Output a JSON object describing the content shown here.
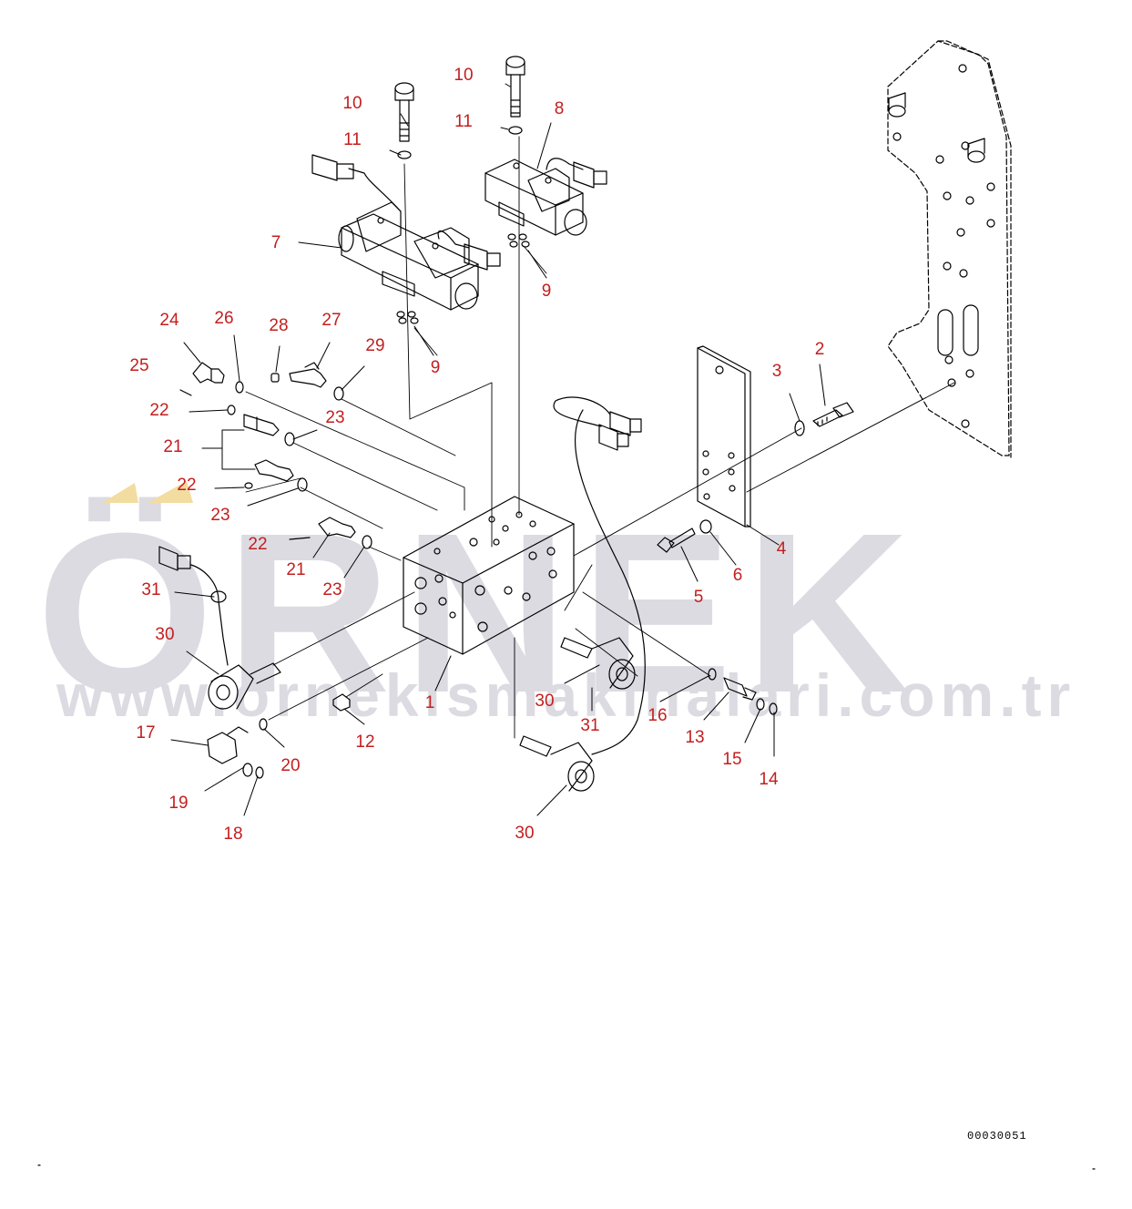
{
  "watermark": {
    "brand": "ÖRNEK",
    "url": "www.ornekismakinalari.com.tr",
    "color": "#dcdbe2",
    "accent": "#f3dca0"
  },
  "drawing_code": "00030051",
  "callout_color": "#c41e1e",
  "callouts": [
    {
      "id": "c1",
      "label": "1"
    },
    {
      "id": "c2",
      "label": "2"
    },
    {
      "id": "c3",
      "label": "3"
    },
    {
      "id": "c4",
      "label": "4"
    },
    {
      "id": "c5",
      "label": "5"
    },
    {
      "id": "c6",
      "label": "6"
    },
    {
      "id": "c7",
      "label": "7"
    },
    {
      "id": "c8",
      "label": "8"
    },
    {
      "id": "c9a",
      "label": "9"
    },
    {
      "id": "c9b",
      "label": "9"
    },
    {
      "id": "c10a",
      "label": "10"
    },
    {
      "id": "c10b",
      "label": "10"
    },
    {
      "id": "c11a",
      "label": "11"
    },
    {
      "id": "c11b",
      "label": "11"
    },
    {
      "id": "c12",
      "label": "12"
    },
    {
      "id": "c13",
      "label": "13"
    },
    {
      "id": "c14",
      "label": "14"
    },
    {
      "id": "c15",
      "label": "15"
    },
    {
      "id": "c16",
      "label": "16"
    },
    {
      "id": "c17",
      "label": "17"
    },
    {
      "id": "c18",
      "label": "18"
    },
    {
      "id": "c19",
      "label": "19"
    },
    {
      "id": "c20",
      "label": "20"
    },
    {
      "id": "c21a",
      "label": "21"
    },
    {
      "id": "c21b",
      "label": "21"
    },
    {
      "id": "c22a",
      "label": "22"
    },
    {
      "id": "c22b",
      "label": "22"
    },
    {
      "id": "c22c",
      "label": "22"
    },
    {
      "id": "c23a",
      "label": "23"
    },
    {
      "id": "c23b",
      "label": "23"
    },
    {
      "id": "c23c",
      "label": "23"
    },
    {
      "id": "c24",
      "label": "24"
    },
    {
      "id": "c25",
      "label": "25"
    },
    {
      "id": "c26",
      "label": "26"
    },
    {
      "id": "c27",
      "label": "27"
    },
    {
      "id": "c28",
      "label": "28"
    },
    {
      "id": "c29",
      "label": "29"
    },
    {
      "id": "c30a",
      "label": "30"
    },
    {
      "id": "c30b",
      "label": "30"
    },
    {
      "id": "c30c",
      "label": "30"
    },
    {
      "id": "c31a",
      "label": "31"
    },
    {
      "id": "c31b",
      "label": "31"
    }
  ]
}
